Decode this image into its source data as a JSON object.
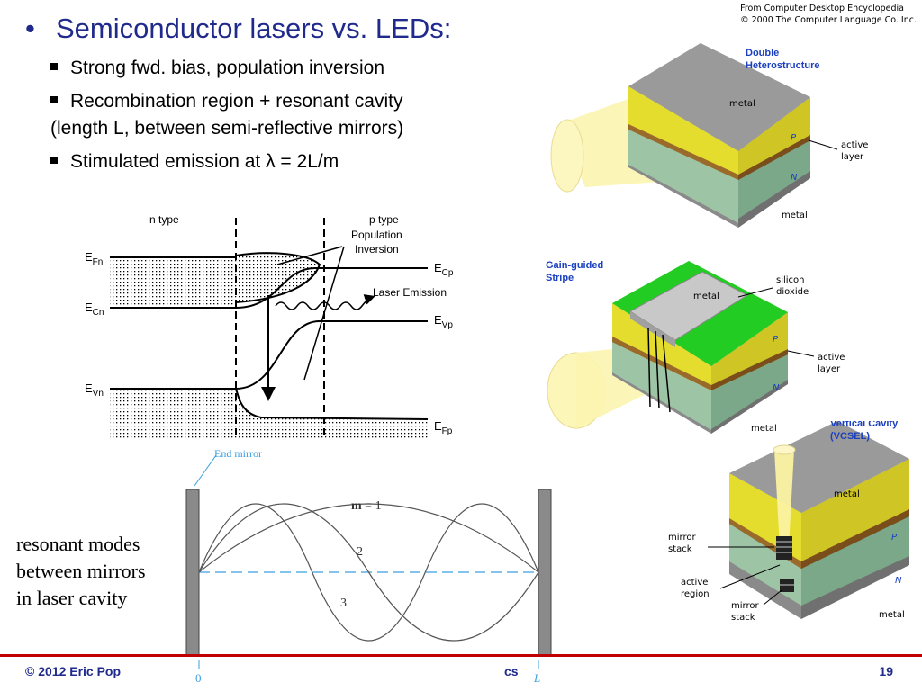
{
  "slide": {
    "title": "Semiconductor lasers vs. LEDs:",
    "bullets": [
      "Strong fwd. bias, population inversion",
      "Recombination region + resonant cavity",
      "(length L, between semi-reflective mirrors)",
      "Stimulated emission at λ = 2L/m"
    ],
    "credit_line1": "From Computer Desktop Encyclopedia",
    "credit_line2": "© 2000 The Computer Language Co. Inc.",
    "side_label": [
      "resonant modes",
      "between mirrors",
      "in laser cavity"
    ],
    "footer_left": "© 2012 Eric Pop",
    "footer_right": "cs",
    "page_number": "19"
  },
  "band_diagram": {
    "n_type": "n type",
    "p_type": "p type",
    "population_inversion": [
      "Population",
      "Inversion"
    ],
    "laser_emission": "Laser Emission",
    "efn": [
      "E",
      "Fn"
    ],
    "ecn": [
      "E",
      "Cn"
    ],
    "evn": [
      "E",
      "Vn"
    ],
    "ecp": [
      "E",
      "Cp"
    ],
    "evp": [
      "E",
      "Vp"
    ],
    "efp": [
      "E",
      "Fp"
    ]
  },
  "cavity": {
    "end_mirror": "End mirror",
    "mode1_m": "m",
    "mode1_eq": " = 1",
    "mode2": "2",
    "mode3": "3",
    "axis_0": "0",
    "axis_L": "L"
  },
  "devices": {
    "dh_title": [
      "Double",
      "Heterostructure"
    ],
    "dh_metal_top": "metal",
    "dh_p": "P",
    "dh_n": "N",
    "dh_active": [
      "active",
      "layer"
    ],
    "dh_metal_bottom": "metal",
    "gg_title": [
      "Gain-guided",
      "Stripe"
    ],
    "gg_oxide": [
      "silicon",
      "dioxide"
    ],
    "gg_metal_top": "metal",
    "gg_p": "P",
    "gg_n": "N",
    "gg_active": [
      "active",
      "layer"
    ],
    "gg_metal_bottom": "metal",
    "vc_title": [
      "Vertical Cavity",
      "(VCSEL)"
    ],
    "vc_metal_top": "metal",
    "vc_p": "P",
    "vc_n": "N",
    "vc_mirror_stack": [
      "mirror",
      "stack"
    ],
    "vc_active_region": [
      "active",
      "region"
    ],
    "vc_mirror_stack2": [
      "mirror",
      "stack"
    ],
    "vc_metal_bottom": "metal"
  },
  "colors": {
    "title_blue": "#1f2a8c",
    "footer_red": "#c00000",
    "metal_gray": "#9a9a9a",
    "p_yellow": "#e8e23a",
    "n_green": "#8fb89a",
    "active_brown": "#9a6a2a",
    "oxide_green": "#22cc22",
    "cavity_line_blue": "#3aa0e0"
  }
}
